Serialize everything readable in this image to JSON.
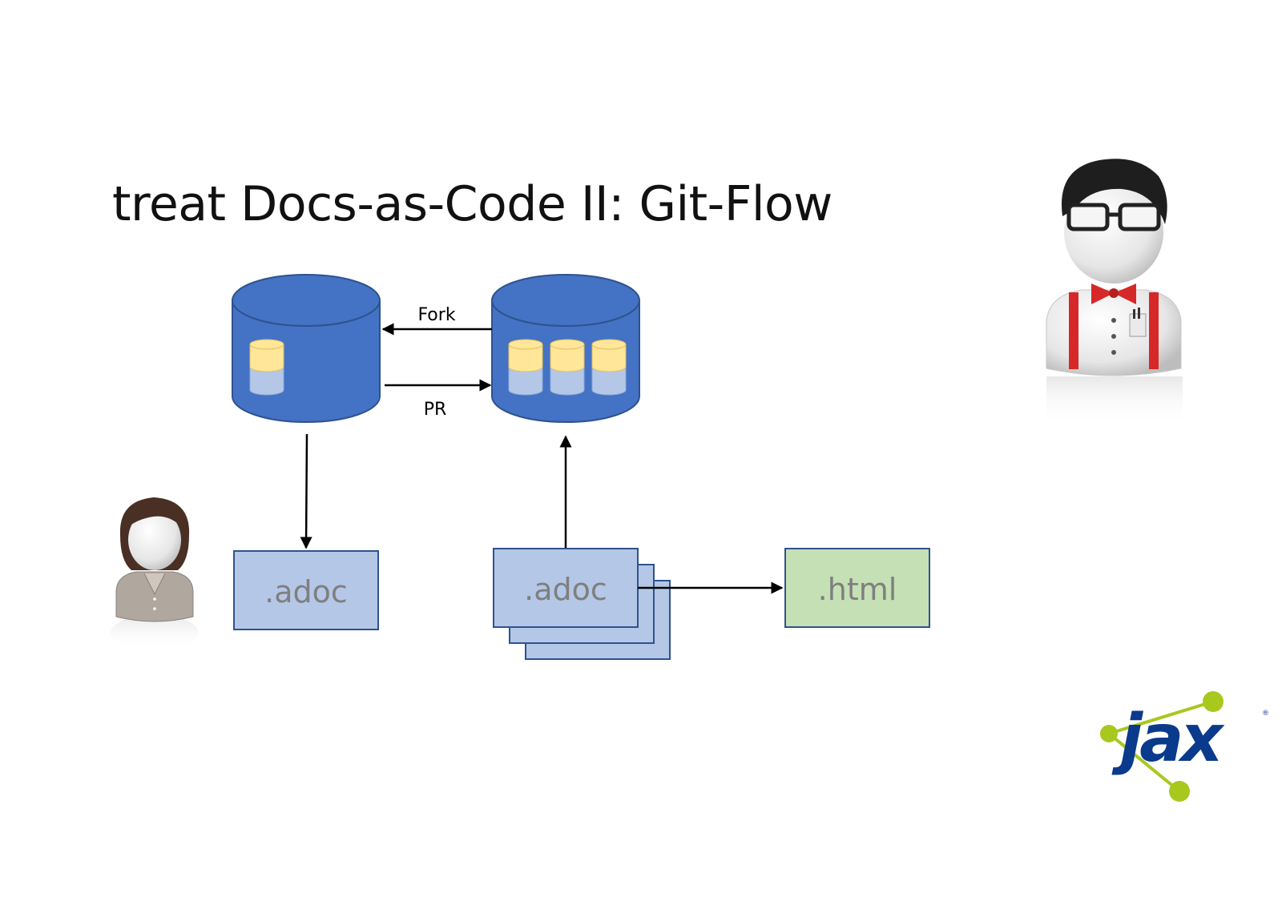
{
  "slide": {
    "title": "treat Docs-as-Code II: Git-Flow"
  },
  "diagram": {
    "fork_label": "Fork",
    "pr_label": "PR",
    "local_doc_label": ".adoc",
    "upstream_doc_label": ".adoc",
    "output_label": ".html"
  },
  "icons": {
    "author": "author-person-icon",
    "reviewer": "nerd-reviewer-icon",
    "logo": "jax-logo"
  },
  "logo": {
    "text": "jax"
  },
  "colors": {
    "repo_blue": "#4472C4",
    "repo_stroke": "#2F528F",
    "doc_fill": "#B4C7E7",
    "doc_stroke": "#2F528F",
    "html_fill": "#C5E0B4",
    "file_yellow": "#FFE699",
    "logo_navy": "#0A3A8C",
    "logo_green": "#A8C81E"
  }
}
